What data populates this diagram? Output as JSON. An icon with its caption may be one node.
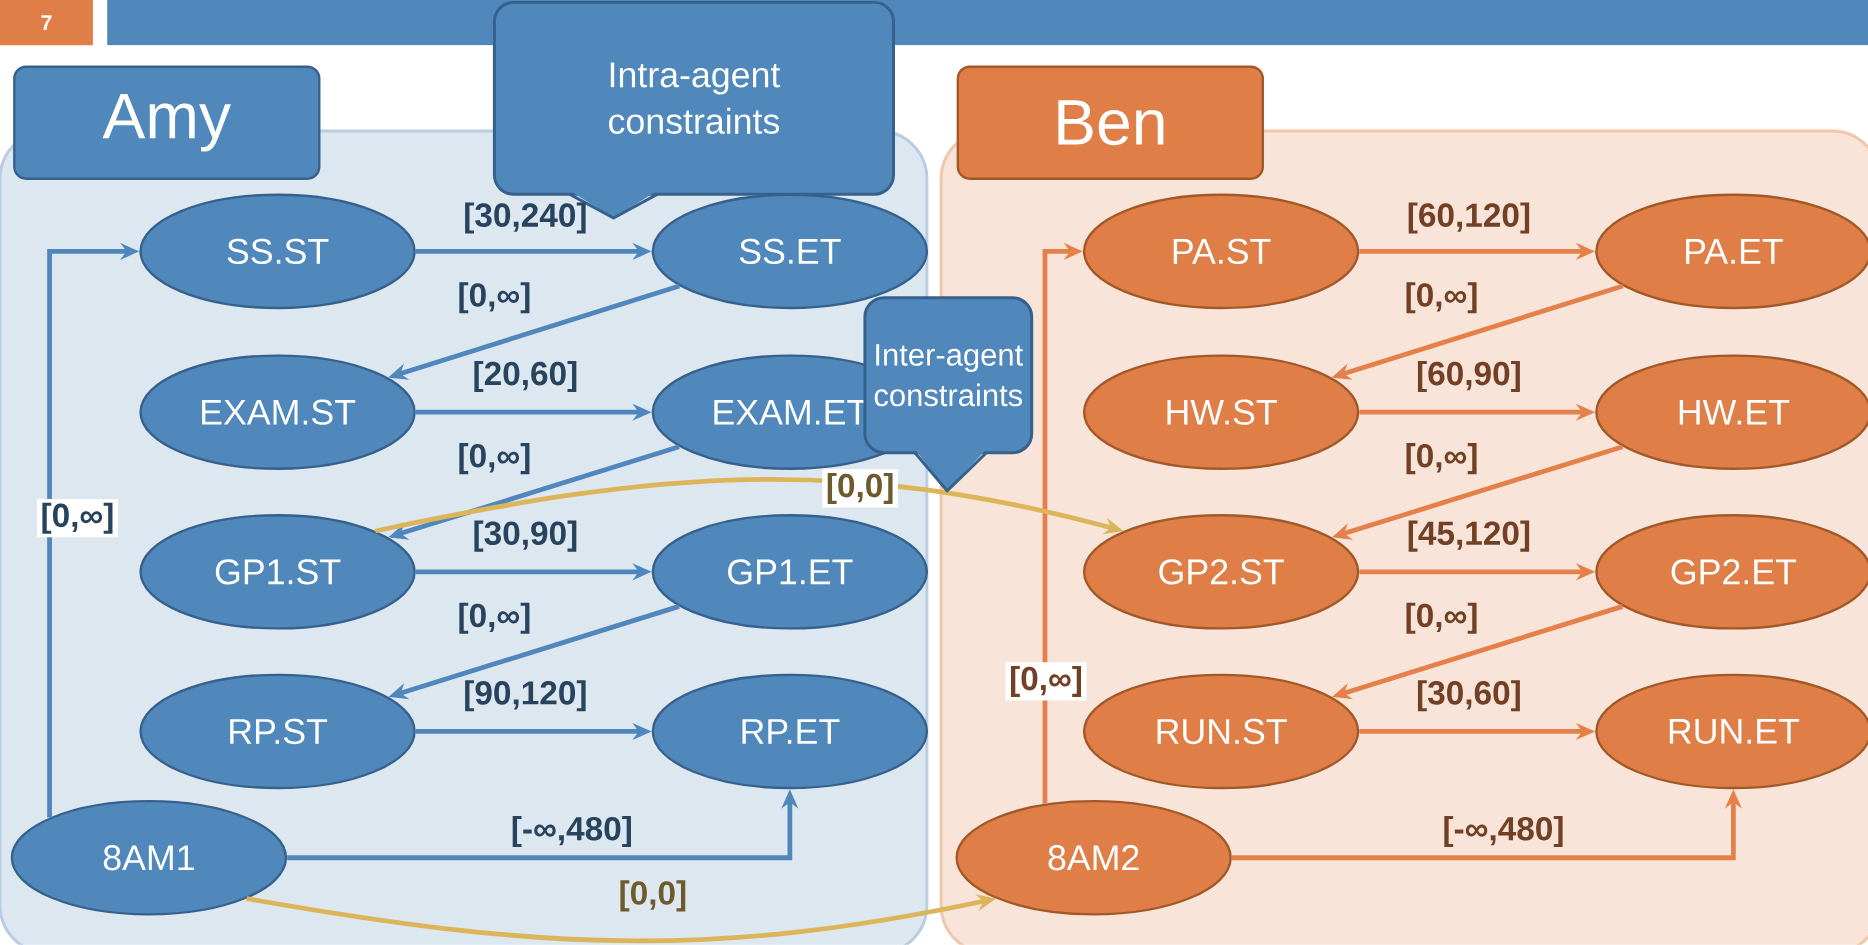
{
  "diagram": {
    "nodes": [
      {
        "text": [
          "Amy"
        ]
      },
      {
        "text": [
          "SS.ST"
        ],
        "in": 0
      },
      {
        "text": [
          "SS.ET"
        ],
        "in": 0
      },
      {
        "text": [
          "EXAM.ST"
        ],
        "in": 0
      },
      {
        "text": [
          "EXAM.ET"
        ],
        "in": 0
      },
      {
        "text": [
          "GP1.ST"
        ],
        "in": 0
      },
      {
        "text": [
          "GP1.ET"
        ],
        "in": 0
      },
      {
        "text": [
          "RP.ST"
        ],
        "in": 0
      },
      {
        "text": [
          "RP.ET"
        ],
        "in": 0
      },
      {
        "text": [
          "8AM1"
        ],
        "in": 0
      },
      {
        "text": [
          "Ben"
        ]
      },
      {
        "text": [
          "PA.ST"
        ],
        "in": 10
      },
      {
        "text": [
          "PA.ET"
        ],
        "in": 10
      },
      {
        "text": [
          "HW.ST"
        ],
        "in": 10
      },
      {
        "text": [
          "HW.ET"
        ],
        "in": 10
      },
      {
        "text": [
          "GP2.ST"
        ],
        "in": 10
      },
      {
        "text": [
          "GP2.ET"
        ],
        "in": 10
      },
      {
        "text": [
          "RUN.ST"
        ],
        "in": 10
      },
      {
        "text": [
          "RUN.ET"
        ],
        "in": 10
      },
      {
        "text": [
          "8AM2"
        ],
        "in": 10
      },
      {
        "text": [
          "Intra-agent constraints"
        ]
      },
      {
        "text": [
          "Inter-agent constraints"
        ]
      }
    ],
    "edges": [
      {
        "from": 1,
        "to": 2,
        "arrow": "to",
        "label": "[30,240]"
      },
      {
        "from": 2,
        "to": 3,
        "arrow": "to",
        "label": "[0,∞]"
      },
      {
        "from": 3,
        "to": 4,
        "arrow": "to",
        "label": "[20,60]"
      },
      {
        "from": 4,
        "to": 5,
        "arrow": "to",
        "label": "[0,∞]"
      },
      {
        "from": 5,
        "to": 6,
        "arrow": "to",
        "label": "[30,90]"
      },
      {
        "from": 6,
        "to": 7,
        "arrow": "to",
        "label": "[0,∞]"
      },
      {
        "from": 7,
        "to": 8,
        "arrow": "to",
        "label": "[90,120]"
      },
      {
        "from": 9,
        "to": 1,
        "arrow": "to",
        "label": "[0,∞]"
      },
      {
        "from": 9,
        "to": 8,
        "arrow": "to",
        "label": "[-∞,480]"
      },
      {
        "from": 11,
        "to": 12,
        "arrow": "to",
        "label": "[60,120]",
        "color": "#e5804a"
      },
      {
        "from": 12,
        "to": 13,
        "arrow": "to",
        "label": "[0,∞]",
        "color": "#e5804a"
      },
      {
        "from": 13,
        "to": 14,
        "arrow": "to",
        "label": "[60,90]",
        "color": "#e5804a"
      },
      {
        "from": 14,
        "to": 15,
        "arrow": "to",
        "label": "[0,∞]",
        "color": "#e5804a"
      },
      {
        "from": 15,
        "to": 16,
        "arrow": "to",
        "label": "[45,120]",
        "color": "#e5804a"
      },
      {
        "from": 16,
        "to": 17,
        "arrow": "to",
        "label": "[0,∞]",
        "color": "#e5804a"
      },
      {
        "from": 17,
        "to": 18,
        "arrow": "to",
        "label": "[30,60]",
        "color": "#e5804a"
      },
      {
        "from": 19,
        "to": 11,
        "arrow": "to",
        "label": "[0,∞]",
        "color": "#e5804a"
      },
      {
        "from": 19,
        "to": 18,
        "arrow": "to",
        "label": "[-∞,480]",
        "color": "#e5804a"
      },
      {
        "from": 5,
        "to": 15,
        "arrow": "to",
        "label": "[0,0]",
        "color": "#dcb55a"
      },
      {
        "from": 9,
        "to": 19,
        "arrow": "to",
        "label": "[0,0]",
        "color": "#dcb55a"
      }
    ],
    "labels": [
      "7"
    ]
  }
}
